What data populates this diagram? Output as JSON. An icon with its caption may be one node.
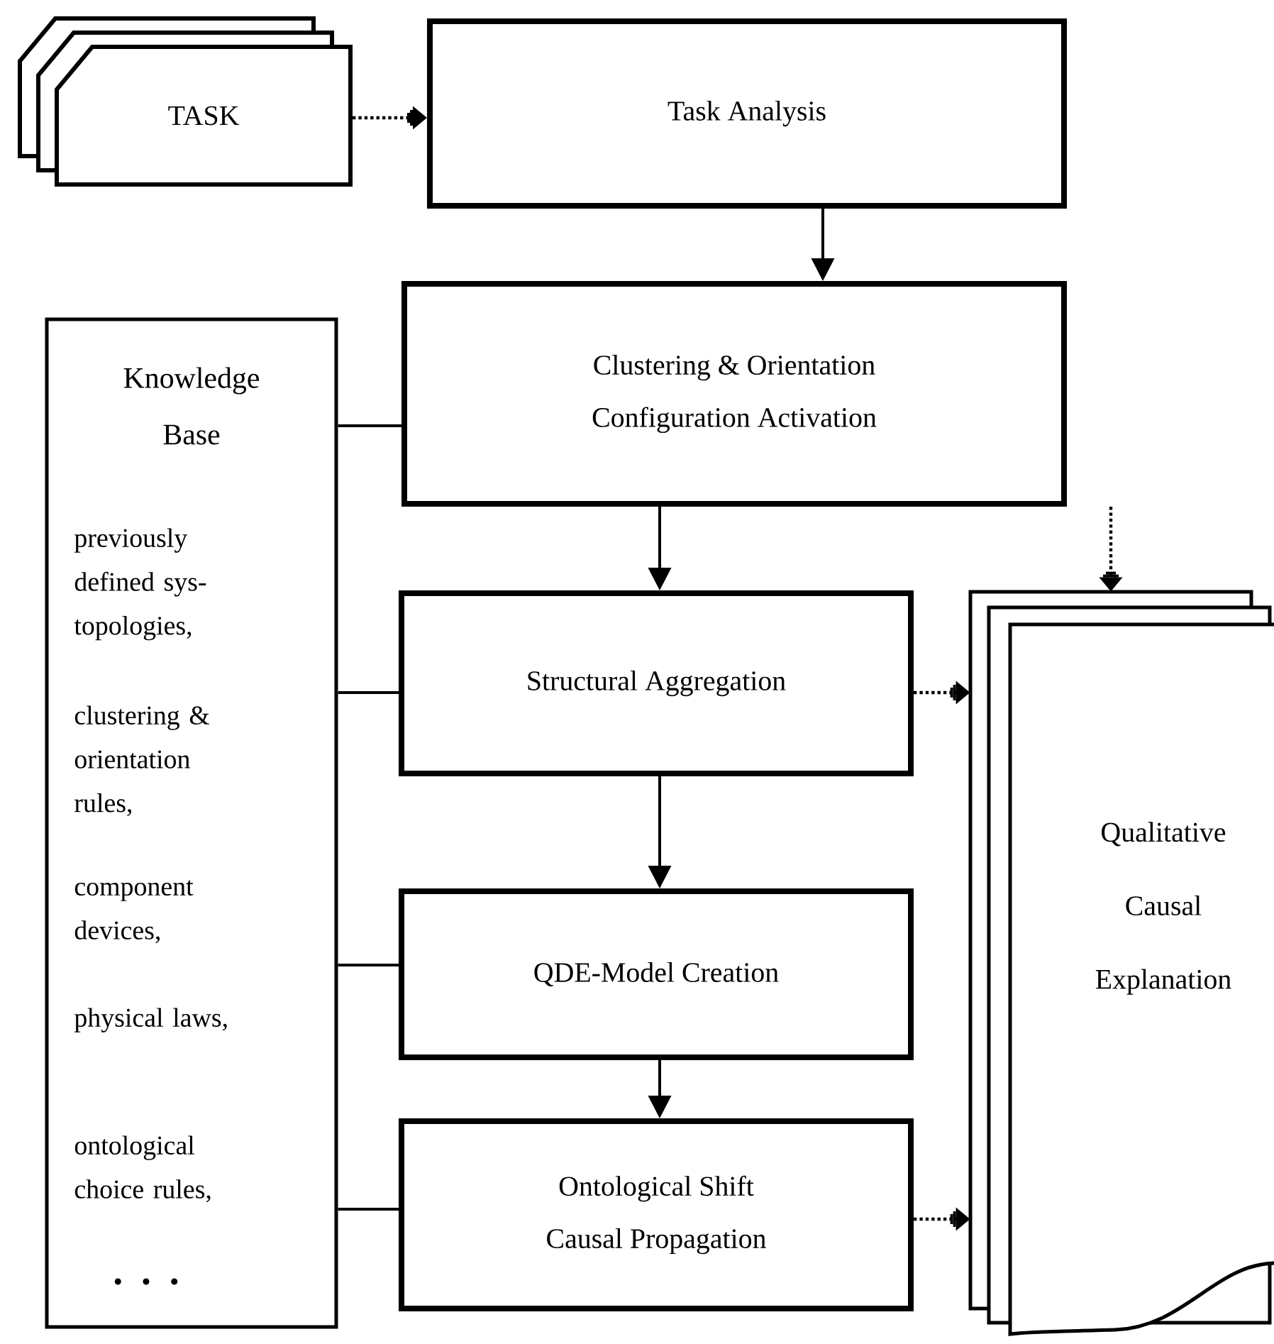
{
  "diagram": {
    "nodes": [
      {
        "text": [
          "TASK"
        ]
      },
      {
        "text": [
          "Task Analysis"
        ]
      },
      {
        "text": [
          "Knowledge Base",
          "previously defined sys-topologies,",
          "clustering & orientation rules,",
          "component devices,",
          "physical laws,",
          "ontological choice rules,",
          "• • •"
        ]
      },
      {
        "text": [
          "Clustering & Orientation",
          "Configuration Activation"
        ]
      },
      {
        "text": [
          "Structural Aggregation"
        ]
      },
      {
        "text": [
          "QDE-Model Creation"
        ]
      },
      {
        "text": [
          "Ontological Shift",
          "Causal Propagation"
        ]
      },
      {
        "text": [
          "Qualitative Causal Explanation"
        ]
      }
    ],
    "edges": [
      {
        "from": 0,
        "to": 1,
        "arrow": "to",
        "style": "dashed"
      },
      {
        "from": 1,
        "to": 3,
        "arrow": "to"
      },
      {
        "from": 3,
        "to": 4,
        "arrow": "to"
      },
      {
        "from": 4,
        "to": 5,
        "arrow": "to"
      },
      {
        "from": 5,
        "to": 6,
        "arrow": "to"
      },
      {
        "from": 2,
        "to": 3,
        "arrow": "none"
      },
      {
        "from": 2,
        "to": 4,
        "arrow": "none"
      },
      {
        "from": 2,
        "to": 5,
        "arrow": "none"
      },
      {
        "from": 2,
        "to": 6,
        "arrow": "none"
      },
      {
        "from": 3,
        "to": 7,
        "arrow": "to",
        "style": "dashed"
      },
      {
        "from": 4,
        "to": 7,
        "arrow": "to",
        "style": "dashed"
      },
      {
        "from": 6,
        "to": 7,
        "arrow": "to",
        "style": "dashed"
      }
    ]
  }
}
